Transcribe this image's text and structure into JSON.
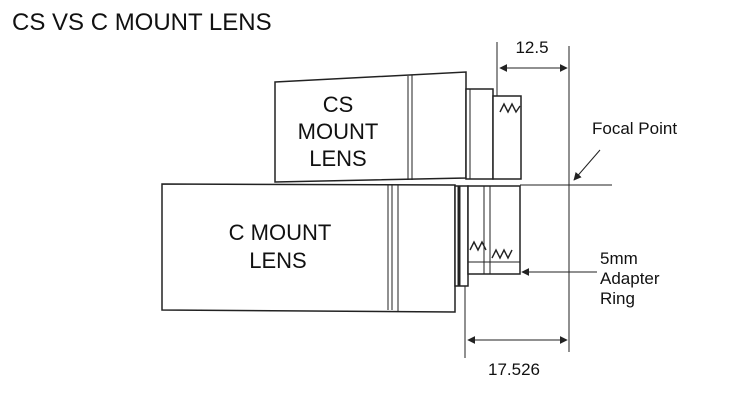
{
  "title": "CS VS C MOUNT LENS",
  "cs_lens_label": [
    "CS",
    "MOUNT",
    "LENS"
  ],
  "c_lens_label": [
    "C MOUNT",
    "LENS"
  ],
  "dim_top": "12.5",
  "dim_bottom": "17.526",
  "focal_point_label": "Focal Point",
  "adapter_label": [
    "5mm",
    "Adapter",
    "Ring"
  ]
}
